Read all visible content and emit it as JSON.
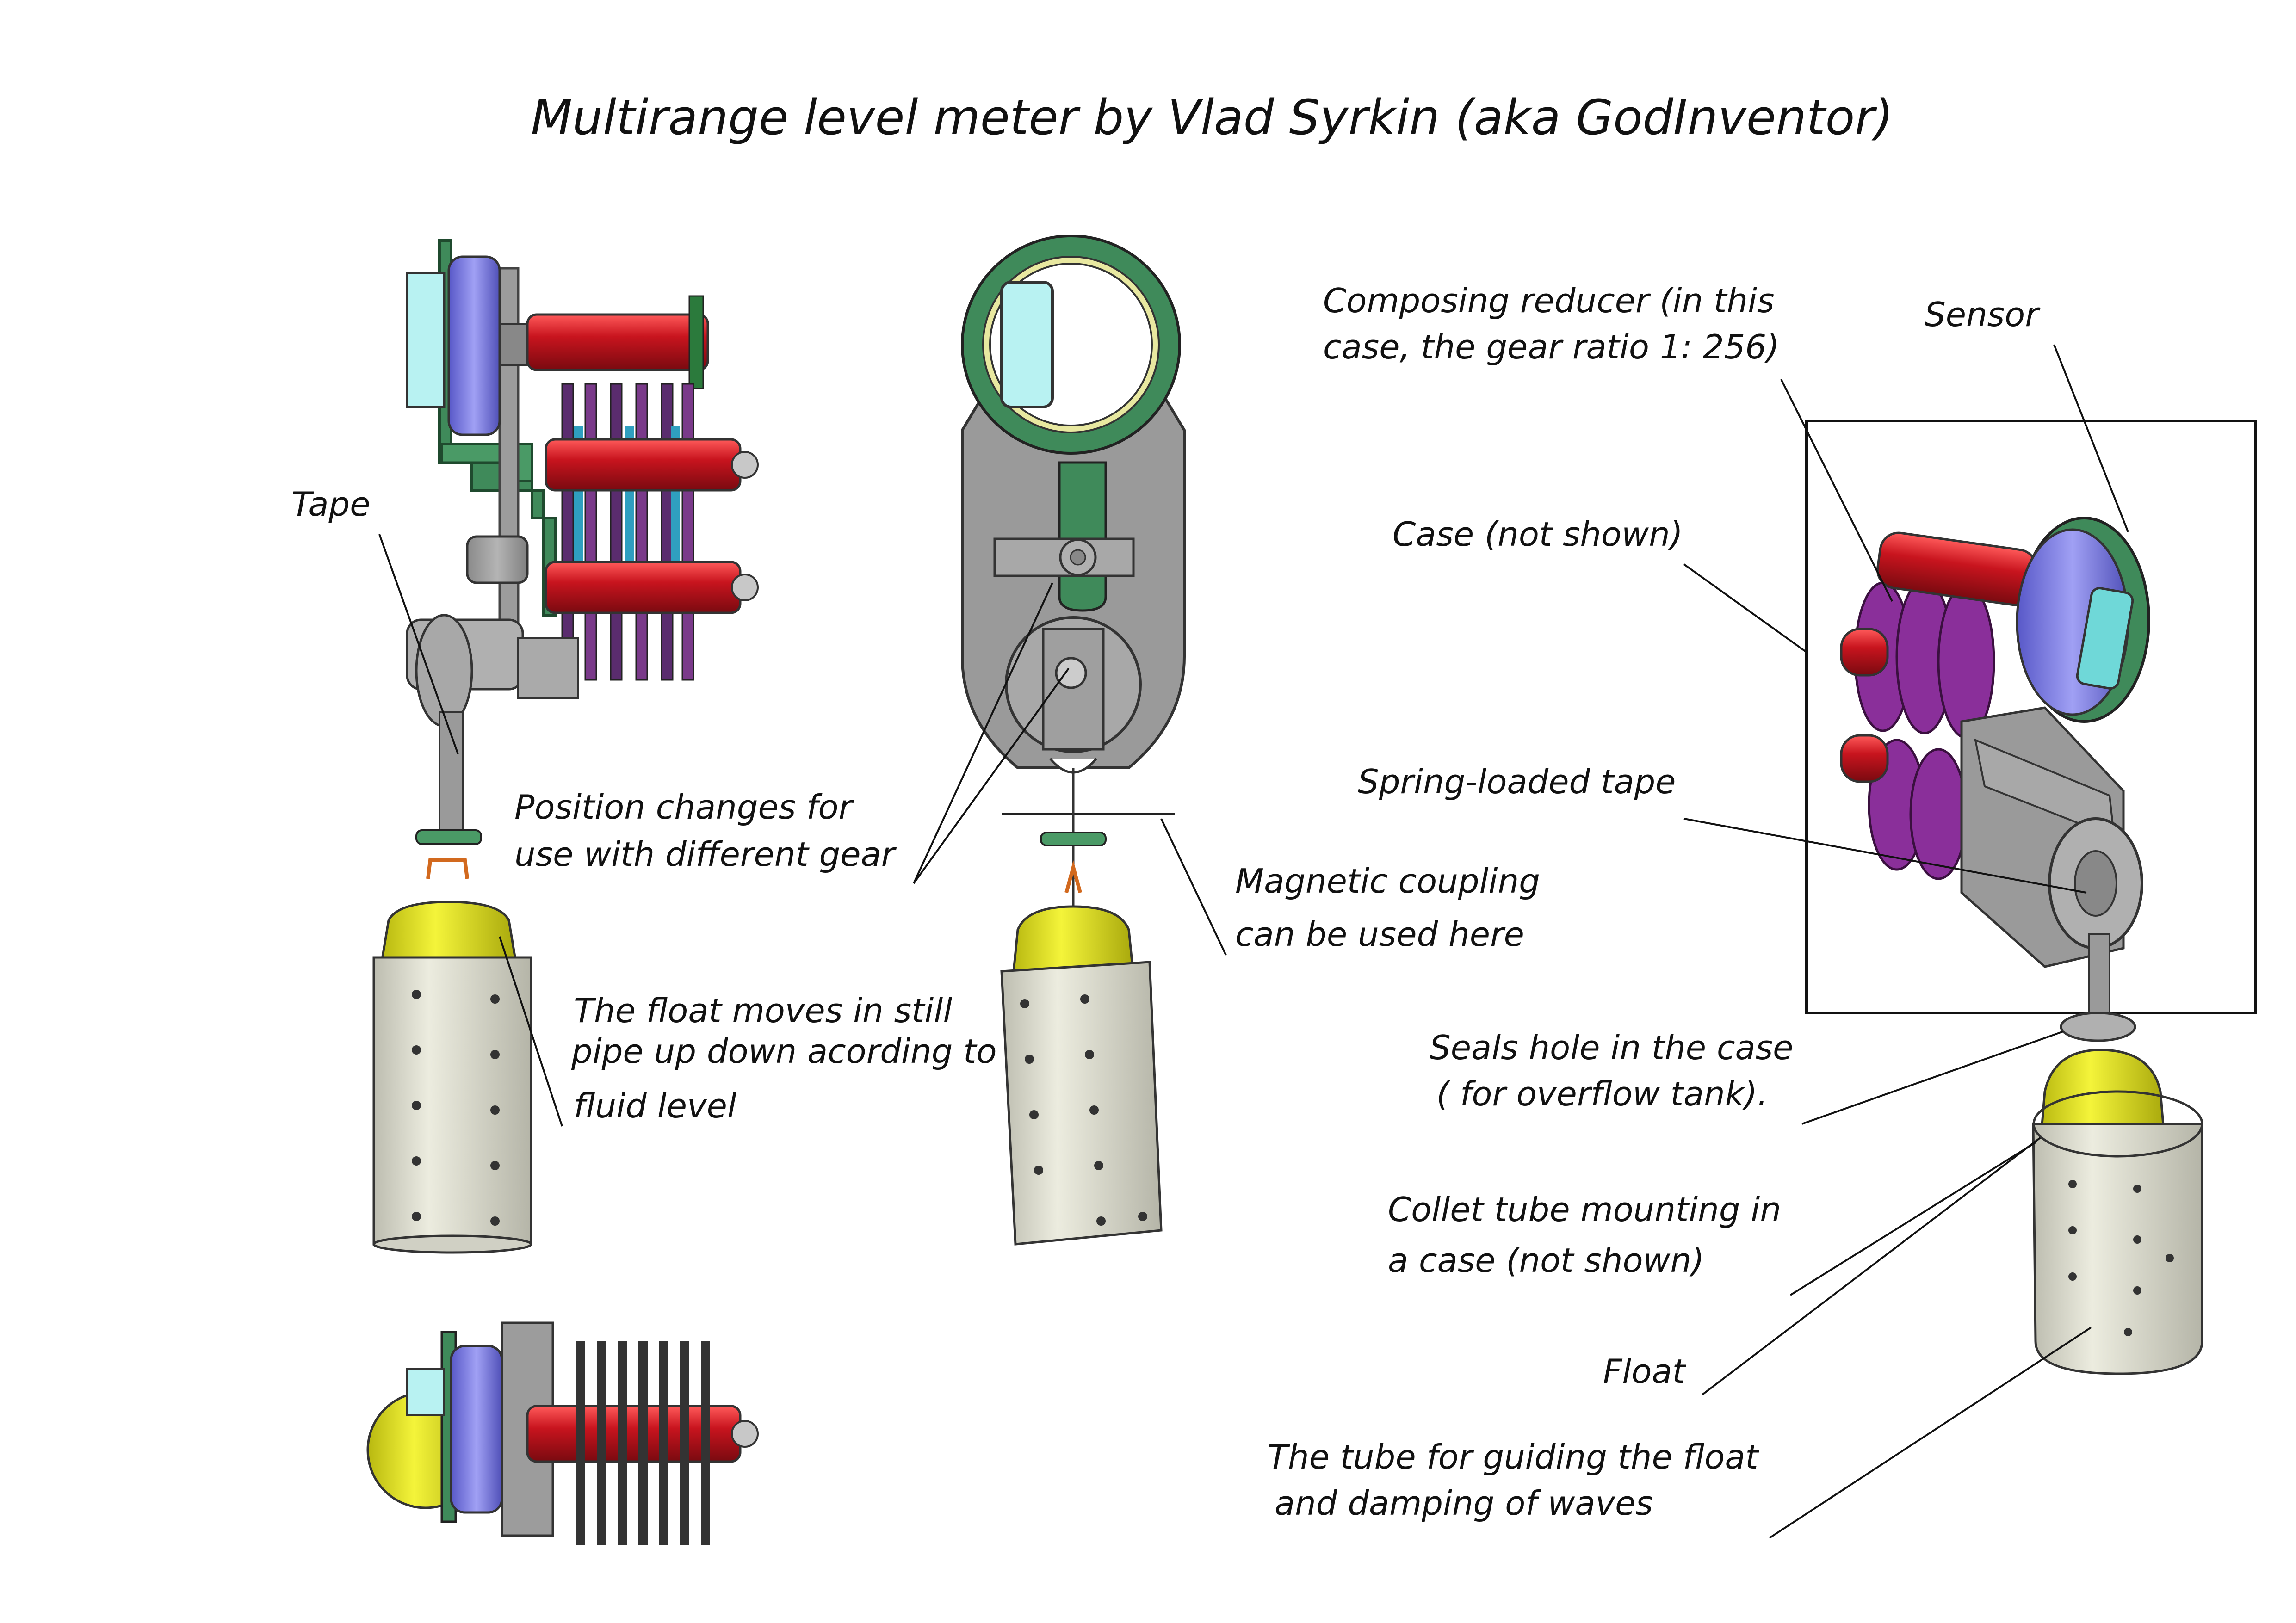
{
  "title": "Multirange level meter by Vlad Syrkin (aka GodInventor)",
  "labels": {
    "tape": "Tape",
    "position_changes": [
      "Position changes for",
      "use with different gear"
    ],
    "float_moves": [
      "The float moves in still",
      "pipe up down acording to",
      "fluid level"
    ],
    "magnetic_coupling": [
      "Magnetic coupling",
      "can be used here"
    ],
    "composing_reducer": [
      "Composing reducer (in this",
      "case, the gear ratio 1: 256)"
    ],
    "sensor": "Sensor",
    "case_not_shown": "Case (not shown)",
    "spring_loaded_tape": "Spring-loaded tape",
    "seals_hole": [
      "Seals hole in the case",
      "( for overflow tank)."
    ],
    "collet_tube": [
      "Collet tube mounting in",
      "a case (not shown)"
    ],
    "float": "Float",
    "tube_guiding": [
      "The tube for guiding the float",
      "and damping of waves"
    ]
  },
  "colors": {
    "bracket_green": "#3f8a5a",
    "gear_shaft_red": "#c8141e",
    "sensor_disk_blue": "#8080e0",
    "sensor_cyan": "#b8f2f2",
    "gear_purple": "#8a2f9a",
    "gear_teal": "#2f9fbf",
    "float_yellow": "#e0e01a",
    "tube_grey": "#d9d9ce",
    "housing_grey": "#9a9a9a"
  }
}
